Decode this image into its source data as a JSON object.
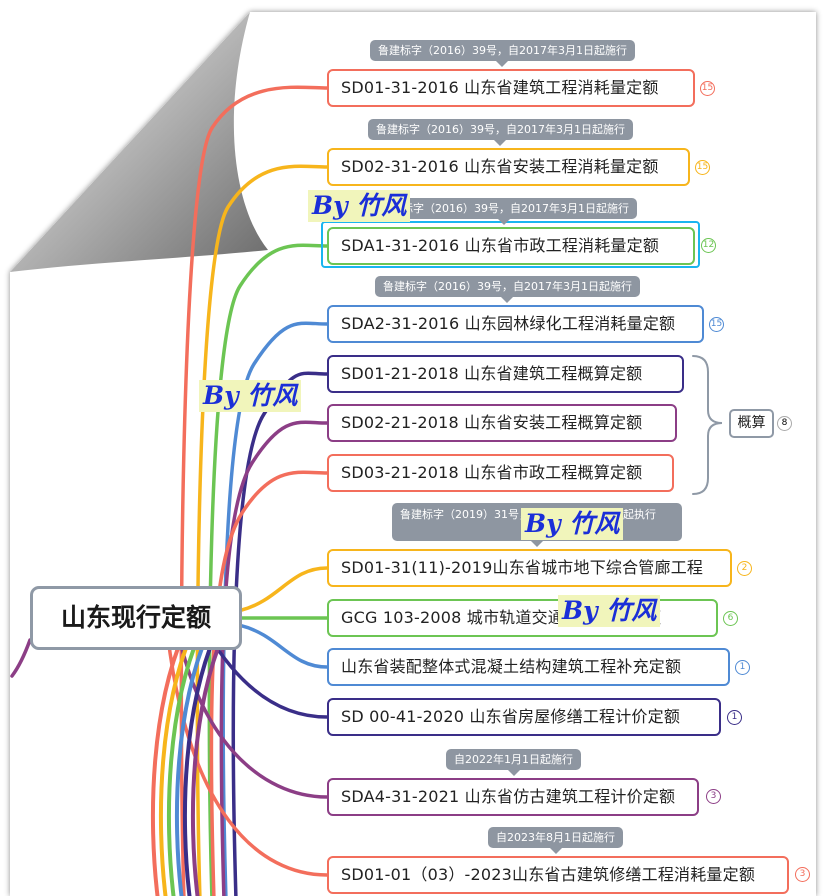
{
  "central_topic": "山东现行定额",
  "watermark_text": "By 竹风",
  "colors": {
    "red": "#f36e5c",
    "orange": "#f7b51c",
    "green": "#6cc553",
    "blue": "#4f8ad4",
    "navy": "#3a2e88",
    "purple": "#8c3e86",
    "accent_select": "#19b5ef"
  },
  "branches": [
    {
      "title": "SD01-31-2016 山东省建筑工程消耗量定额",
      "label": "鲁建标字（2016）39号，自2017年3月1日起施行",
      "count": "15",
      "color": "red"
    },
    {
      "title": "SD02-31-2016 山东省安装工程消耗量定额",
      "label": "鲁建标字（2016）39号，自2017年3月1日起施行",
      "count": "15",
      "color": "orange"
    },
    {
      "title": "SDA1-31-2016 山东省市政工程消耗量定额",
      "label": "鲁建标字（2016）39号，自2017年3月1日起施行",
      "count": "12",
      "color": "green"
    },
    {
      "title": "SDA2-31-2016 山东园林绿化工程消耗量定额",
      "label": "鲁建标字（2016）39号，自2017年3月1日起施行",
      "count": "15",
      "color": "blue"
    },
    {
      "title": "SD01-21-2018 山东省建筑工程概算定额",
      "color": "navy"
    },
    {
      "title": "SD02-21-2018 山东省安装工程概算定额",
      "color": "purple"
    },
    {
      "title": "SD03-21-2018 山东省市政工程概算定额",
      "color": "red"
    },
    {
      "title": "SD01-31(11)-2019山东省城市地下综合管廊工程",
      "label": "鲁建标字（2019）31号，自2019年11月1日起执行",
      "count": "2",
      "color": "orange"
    },
    {
      "title": "GCG 103-2008 城市轨道交通工程预算定额",
      "count": "6",
      "color": "green"
    },
    {
      "title": "山东省装配整体式混凝土结构建筑工程补充定额",
      "count": "1",
      "color": "blue"
    },
    {
      "title": "SD 00-41-2020 山东省房屋修缮工程计价定额",
      "count": "1",
      "color": "navy"
    },
    {
      "title": "SDA4-31-2021 山东省仿古建筑工程计价定额",
      "label": "自2022年1月1日起施行",
      "count": "3",
      "color": "purple"
    },
    {
      "title": "SD01-01（03）-2023山东省古建筑修缮工程消耗量定额",
      "label": "自2023年8月1日起施行",
      "count": "3",
      "color": "red"
    }
  ],
  "group": {
    "label": "概算",
    "count": "8"
  }
}
